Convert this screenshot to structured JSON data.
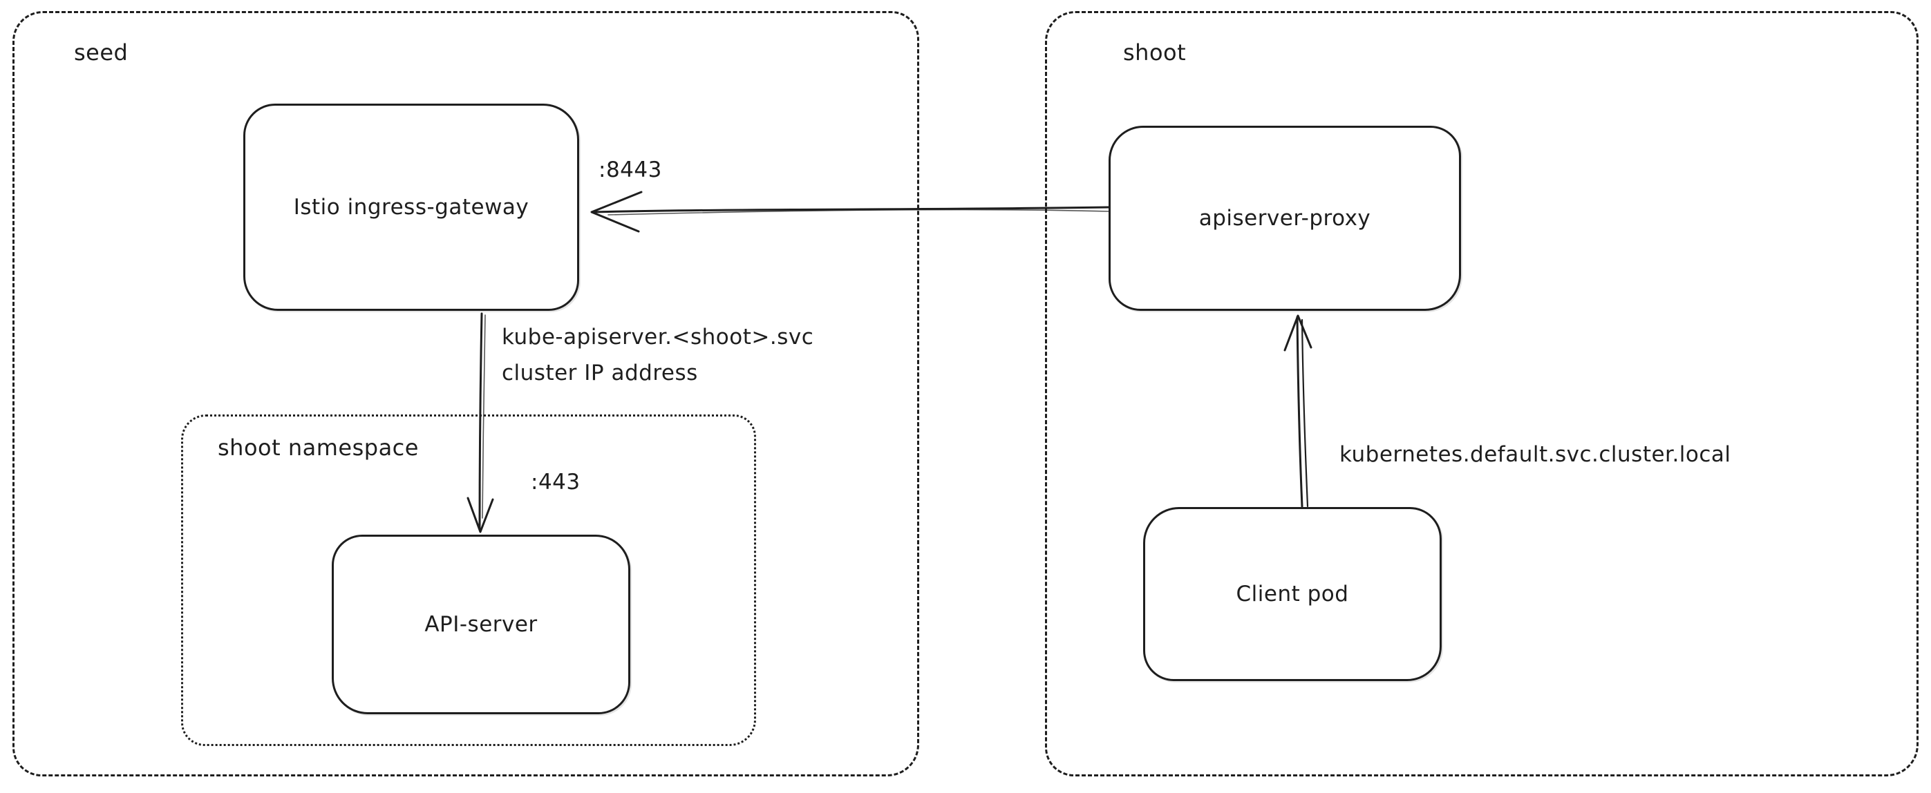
{
  "canvas": {
    "background": "#ffffff",
    "stroke_color": "#1e1e1e"
  },
  "containers": {
    "seed": {
      "label": "seed"
    },
    "shoot": {
      "label": "shoot"
    },
    "shoot_namespace": {
      "label": "shoot namespace"
    }
  },
  "nodes": {
    "istio_ingress_gateway": {
      "label": "Istio ingress-gateway"
    },
    "apiserver_proxy": {
      "label": "apiserver-proxy"
    },
    "api_server": {
      "label": "API-server"
    },
    "client_pod": {
      "label": "Client pod"
    }
  },
  "edges": {
    "apiserver_proxy_to_istio": {
      "port_label": ":8443"
    },
    "istio_to_api_server": {
      "label_line1": "kube-apiserver.<shoot>.svc",
      "label_line2": "cluster IP address",
      "port_label": ":443"
    },
    "client_pod_to_apiserver_proxy": {
      "label": "kubernetes.default.svc.cluster.local"
    }
  }
}
